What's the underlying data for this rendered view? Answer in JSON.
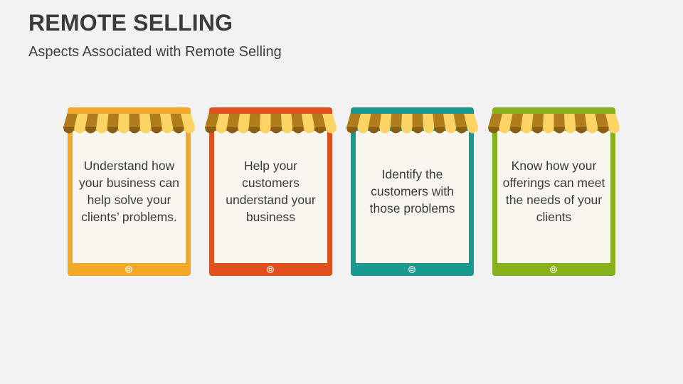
{
  "header": {
    "title": "REMOTE SELLING",
    "subtitle": "Aspects Associated with Remote Selling"
  },
  "cards": [
    {
      "text": "Understand how your business can help solve your clients’ problems.",
      "color": "#f2a928"
    },
    {
      "text": "Help your customers understand your business",
      "color": "#e0501e"
    },
    {
      "text": "Identify the customers with those problems",
      "color": "#1a9990"
    },
    {
      "text": "Know how your offerings can meet the needs of your clients",
      "color": "#86b01c"
    }
  ],
  "awning_colors": {
    "light": "#fcd466",
    "dark": "#b07c1c",
    "trim": "#8a5e12"
  },
  "icons": [
    "storefront-awning-icon",
    "home-button-icon"
  ]
}
